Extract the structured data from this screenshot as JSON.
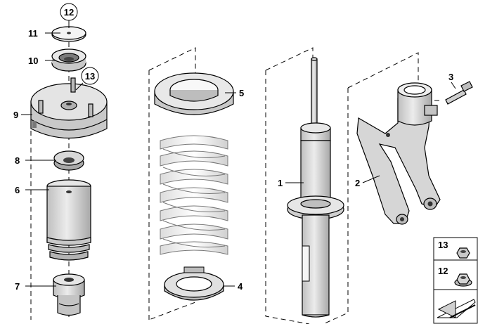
{
  "callouts": {
    "c1": "1",
    "c2": "2",
    "c3": "3",
    "c4": "4",
    "c5": "5",
    "c6": "6",
    "c7": "7",
    "c8": "8",
    "c9": "9",
    "c10": "10",
    "c11": "11",
    "c12": "12",
    "c13": "13"
  },
  "legend": {
    "l13": "13",
    "l12": "12"
  },
  "colors": {
    "part_fill": "#d9d9d9",
    "part_dark": "#9a9a9a",
    "spring_fill": "#f2f2f2",
    "outline": "#000000"
  }
}
